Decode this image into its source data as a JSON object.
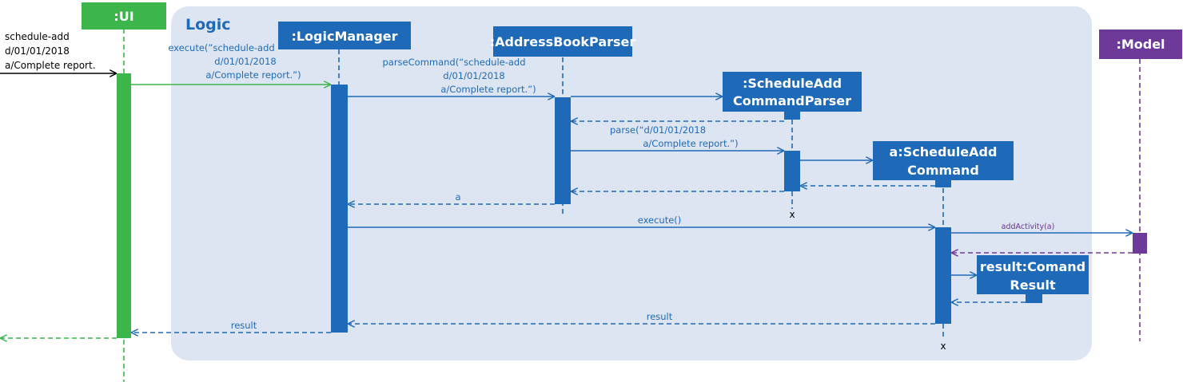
{
  "colors": {
    "logic_blue": "#1e6ab8",
    "ui_green": "#3cb54a",
    "model_purple": "#6e3a9a",
    "frame_bg": "#dde5f3"
  },
  "frame": {
    "title": "Logic"
  },
  "participants": {
    "ui": ":UI",
    "logic_manager": ":LogicManager",
    "parser": ":AddressBookParser",
    "sacp_line1": ":ScheduleAdd",
    "sacp_line2": "CommandParser",
    "sac_line1": "a:ScheduleAdd",
    "sac_line2": "Command",
    "model": ":Model",
    "result_line1": "result:Comand",
    "result_line2": "Result"
  },
  "messages": {
    "input_line1": "schedule-add",
    "input_line2": "d/01/01/2018",
    "input_line3": "a/Complete report.",
    "execute_line1": "execute(”schedule-add",
    "execute_line2": "d/01/01/2018",
    "execute_line3": "a/Complete report.”)",
    "parsecmd_line1": "parseCommand(“schedule-add",
    "parsecmd_line2": "d/01/01/2018",
    "parsecmd_line3": "a/Complete report.”)",
    "parse_line1": "parse(“d/01/01/2018",
    "parse_line2": "a/Complete report.”)",
    "return_a": "a",
    "execute_call": "execute()",
    "add_activity": "addActivity(a)",
    "result_from_command": "result",
    "result_to_ui": "result",
    "destroy_parser": "x",
    "destroy_command": "x"
  }
}
